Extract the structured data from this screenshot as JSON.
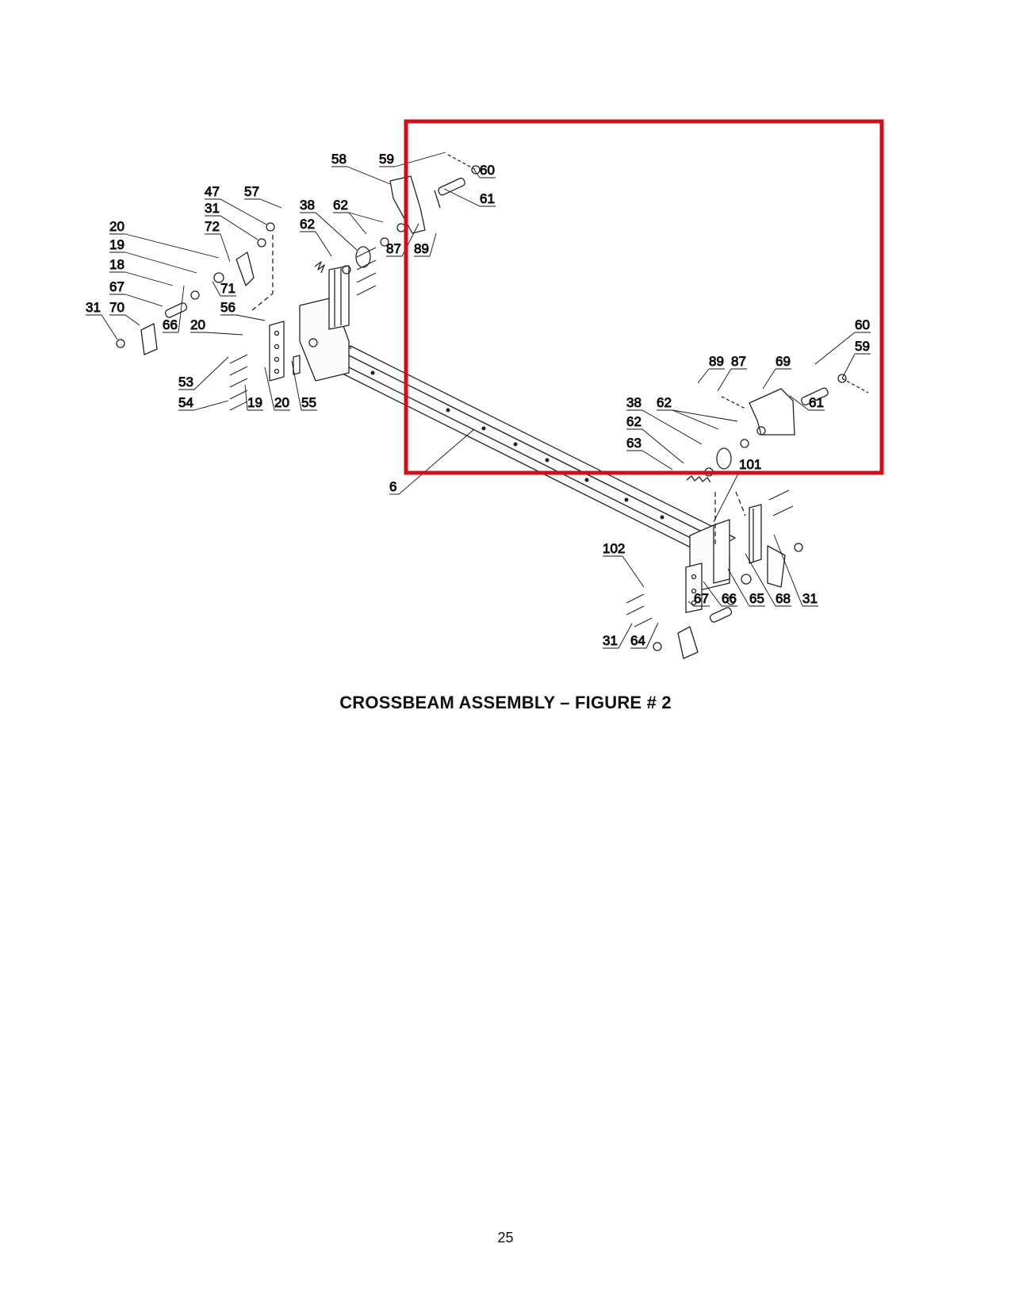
{
  "figure": {
    "caption": "CROSSBEAM ASSEMBLY – FIGURE # 2",
    "highlight_color": "#cc1119",
    "callouts": [
      "58",
      "59",
      "60",
      "61",
      "47",
      "57",
      "31",
      "72",
      "38",
      "62",
      "62",
      "20",
      "19",
      "18",
      "67",
      "71",
      "87",
      "89",
      "31",
      "70",
      "56",
      "66",
      "20",
      "53",
      "54",
      "19",
      "20",
      "55",
      "6",
      "60",
      "59",
      "89",
      "87",
      "69",
      "61",
      "38",
      "62",
      "62",
      "63",
      "101",
      "102",
      "67",
      "66",
      "65",
      "68",
      "31",
      "31",
      "64"
    ]
  },
  "page": {
    "number": "25"
  }
}
